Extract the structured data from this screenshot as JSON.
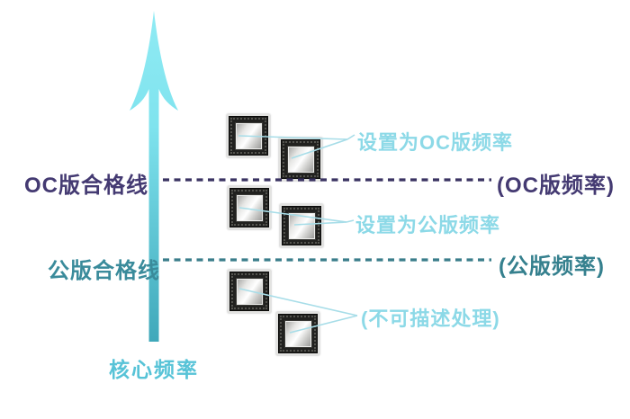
{
  "diagram": {
    "y_axis_label": "核心频率",
    "thresholds": [
      {
        "id": "oc",
        "left_label": "OC版合格线",
        "right_label": "(OC版频率)"
      },
      {
        "id": "public",
        "left_label": "公版合格线",
        "right_label": "(公版频率)"
      }
    ],
    "groups": [
      {
        "id": "above-oc",
        "label": "设置为OC版频率",
        "chip_count": 2
      },
      {
        "id": "above-public",
        "label": "设置为公版频率",
        "chip_count": 2
      },
      {
        "id": "below-public",
        "label": "(不可描述处理)",
        "chip_count": 2
      }
    ],
    "colors": {
      "arrow_top": "#8debf4",
      "arrow_bottom": "#3fa8ba",
      "oc_line": "#3a3362",
      "public_line": "#3a7d8b",
      "purple_text": "#443a72",
      "teal_text": "#3a8b9b",
      "cyan_text": "#8cd9e7",
      "axis_text": "#57c3d7",
      "connector": "#a7dde8"
    }
  }
}
